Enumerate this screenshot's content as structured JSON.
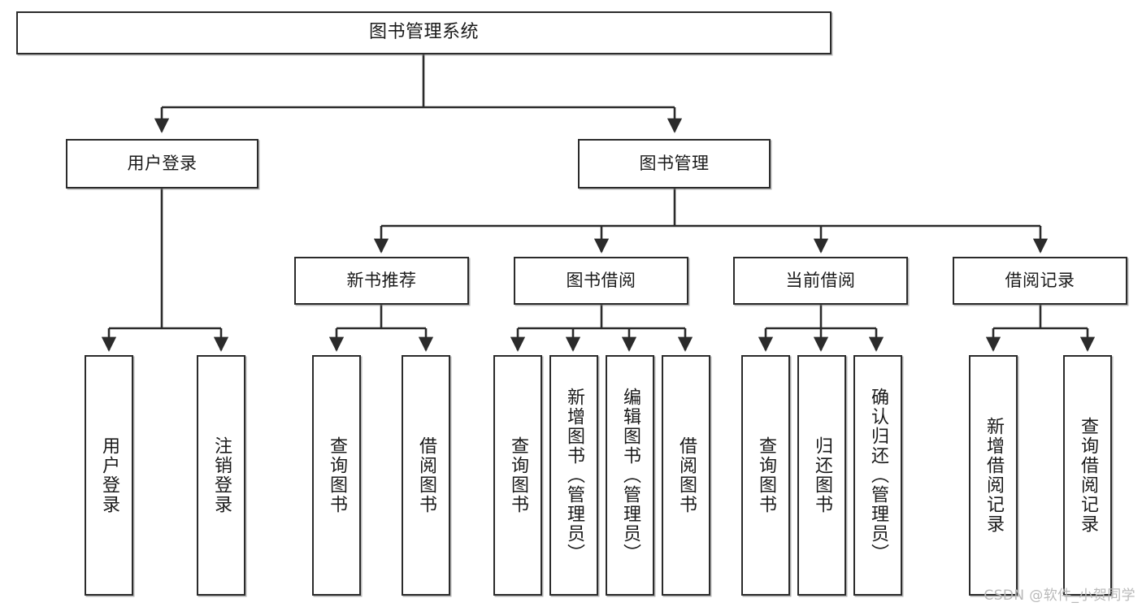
{
  "diagram": {
    "title": "图书管理系统",
    "watermark": "CSDN @软件_小贺同学",
    "line_color": "#2b2b2b",
    "box_fill": "#ffffff",
    "box_border": "#2b2b2b",
    "text_color": "#1a1a1a",
    "nodes": {
      "root": {
        "label": "图书管理系统"
      },
      "level2": [
        {
          "label": "用户登录"
        },
        {
          "label": "图书管理"
        }
      ],
      "level3": [
        {
          "label": "新书推荐"
        },
        {
          "label": "图书借阅"
        },
        {
          "label": "当前借阅"
        },
        {
          "label": "借阅记录"
        }
      ],
      "leaves": [
        {
          "label": "用户登录"
        },
        {
          "label": "注销登录"
        },
        {
          "label": "查询图书"
        },
        {
          "label": "借阅图书"
        },
        {
          "label": "查询图书"
        },
        {
          "label": "新增图书（管理员）"
        },
        {
          "label": "编辑图书（管理员）"
        },
        {
          "label": "借阅图书"
        },
        {
          "label": "查询图书"
        },
        {
          "label": "归还图书"
        },
        {
          "label": "确认归还（管理员）"
        },
        {
          "label": "新增借阅记录"
        },
        {
          "label": "查询借阅记录"
        }
      ]
    },
    "tree": {
      "图书管理系统": [
        "用户登录",
        "图书管理"
      ],
      "用户登录": [
        "用户登录",
        "注销登录"
      ],
      "图书管理": [
        "新书推荐",
        "图书借阅",
        "当前借阅",
        "借阅记录"
      ],
      "新书推荐": [
        "查询图书",
        "借阅图书"
      ],
      "图书借阅": [
        "查询图书",
        "新增图书（管理员）",
        "编辑图书（管理员）",
        "借阅图书"
      ],
      "当前借阅": [
        "查询图书",
        "归还图书",
        "确认归还（管理员）"
      ],
      "借阅记录": [
        "新增借阅记录",
        "查询借阅记录"
      ]
    }
  }
}
